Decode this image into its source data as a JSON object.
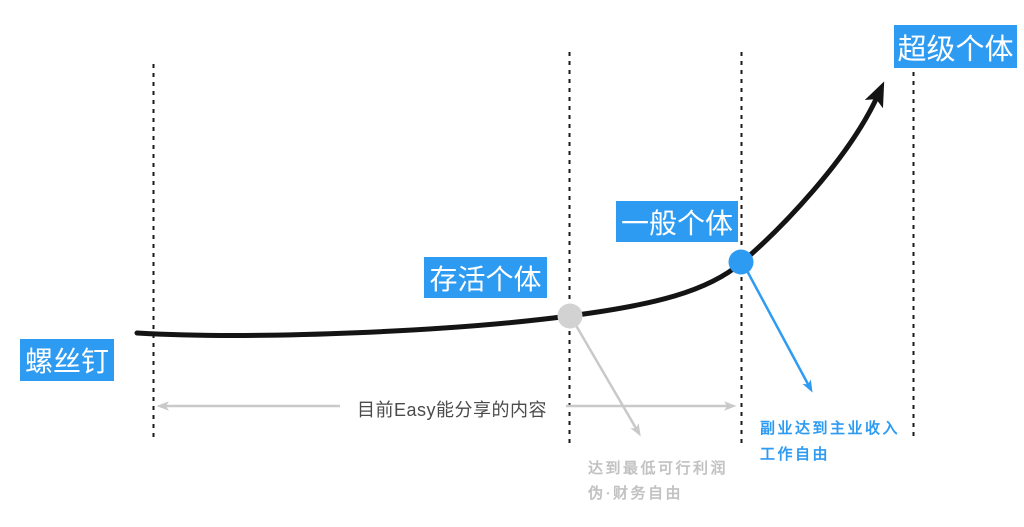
{
  "colors": {
    "accent_blue": "#2E9BF2",
    "curve_black": "#141414",
    "dashed_line": "#1a1a1a",
    "gray_arrow": "#c9c9c9",
    "gray_dot": "#d2d2d2",
    "share_text_gray": "#4b4b4b",
    "note_gray": "#c2c2c2"
  },
  "diagram": {
    "title_concept": "individual growth curve",
    "stages": [
      {
        "label": "螺丝钉"
      },
      {
        "label": "存活个体"
      },
      {
        "label": "一般个体"
      },
      {
        "label": "超级个体"
      }
    ],
    "share_range_label": "目前Easy能分享的内容",
    "milestone_survive": {
      "line1": "达到最低可行利润",
      "line2": "伪·财务自由"
    },
    "milestone_general": {
      "line1": "副业达到主业收入",
      "line2": "工作自由"
    }
  }
}
